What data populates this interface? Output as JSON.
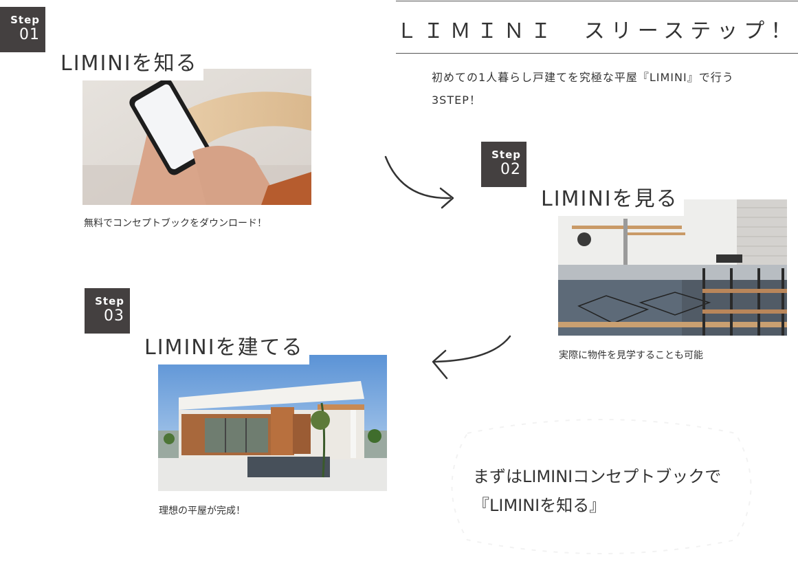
{
  "header": {
    "title": "ＬＩＭＩＮＩ　スリーステップ！",
    "intro_line1": "初めての1人暮らし戸建てを究極な平屋『LIMINI』で行う",
    "intro_line2": "3STEP！"
  },
  "steps": [
    {
      "step_label": "Step",
      "number": "01",
      "title": "LIMINIを知る",
      "caption": "無料でコンセプトブックをダウンロード！",
      "icon": "smartphone-photo"
    },
    {
      "step_label": "Step",
      "number": "02",
      "title": "LIMINIを見る",
      "caption": "実際に物件を見学することも可能",
      "icon": "kitchen-photo"
    },
    {
      "step_label": "Step",
      "number": "03",
      "title": "LIMINIを建てる",
      "caption": "理想の平屋が完成！",
      "icon": "house-photo"
    }
  ],
  "cta": {
    "line1": "まずはLIMINIコンセプトブックで",
    "line2": "『LIMINIを知る』"
  },
  "colors": {
    "badge": "#444040",
    "text": "#333333",
    "arrow": "#333333"
  }
}
